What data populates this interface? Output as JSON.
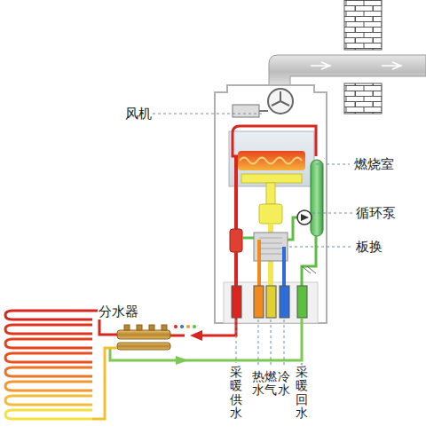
{
  "diagram": {
    "labels": [
      "风机",
      "燃烧室",
      "循环泵",
      "板换",
      "分水器",
      "采暖供水",
      "热水",
      "燃气",
      "冷水",
      "采暖回水"
    ]
  }
}
